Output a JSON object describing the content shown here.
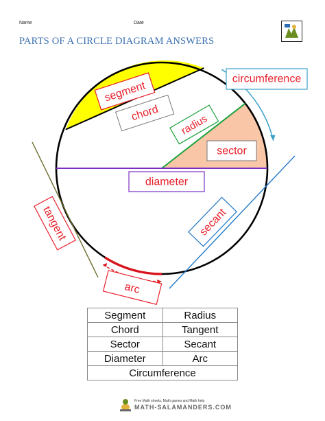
{
  "header": {
    "name_label": "Name",
    "date_label": "Date"
  },
  "title": "PARTS OF A CIRCLE DIAGRAM ANSWERS",
  "labels": {
    "segment": "segment",
    "chord": "chord",
    "radius": "radius",
    "sector": "sector",
    "circumference": "circumference",
    "diameter": "diameter",
    "tangent": "tangent",
    "secant": "secant",
    "arc": "arc"
  },
  "answers": {
    "rows": [
      [
        "Segment",
        "Radius"
      ],
      [
        "Chord",
        "Tangent"
      ],
      [
        "Sector",
        "Secant"
      ],
      [
        "Diameter",
        "Arc"
      ]
    ],
    "last": "Circumference"
  },
  "footer": {
    "tagline": "Free Math sheets, Math games and Math help",
    "brand": "MATH-SALAMANDERS.COM"
  },
  "colors": {
    "title": "#3a6fb0",
    "label_text": "#e8202b",
    "segment_fill": "#ffff00",
    "sector_fill": "#f9c6a8",
    "radius_line": "#1aa33a",
    "diameter_line": "#7a2fc4",
    "secant_line": "#1f78c8",
    "tangent_line": "#6b6b2a",
    "arc_line": "#d8141c",
    "circumference_arrow": "#3aa0c8"
  },
  "icons": [
    "salamander-logo-icon",
    "circumference-arrow-icon",
    "arc-arrow-icon"
  ]
}
